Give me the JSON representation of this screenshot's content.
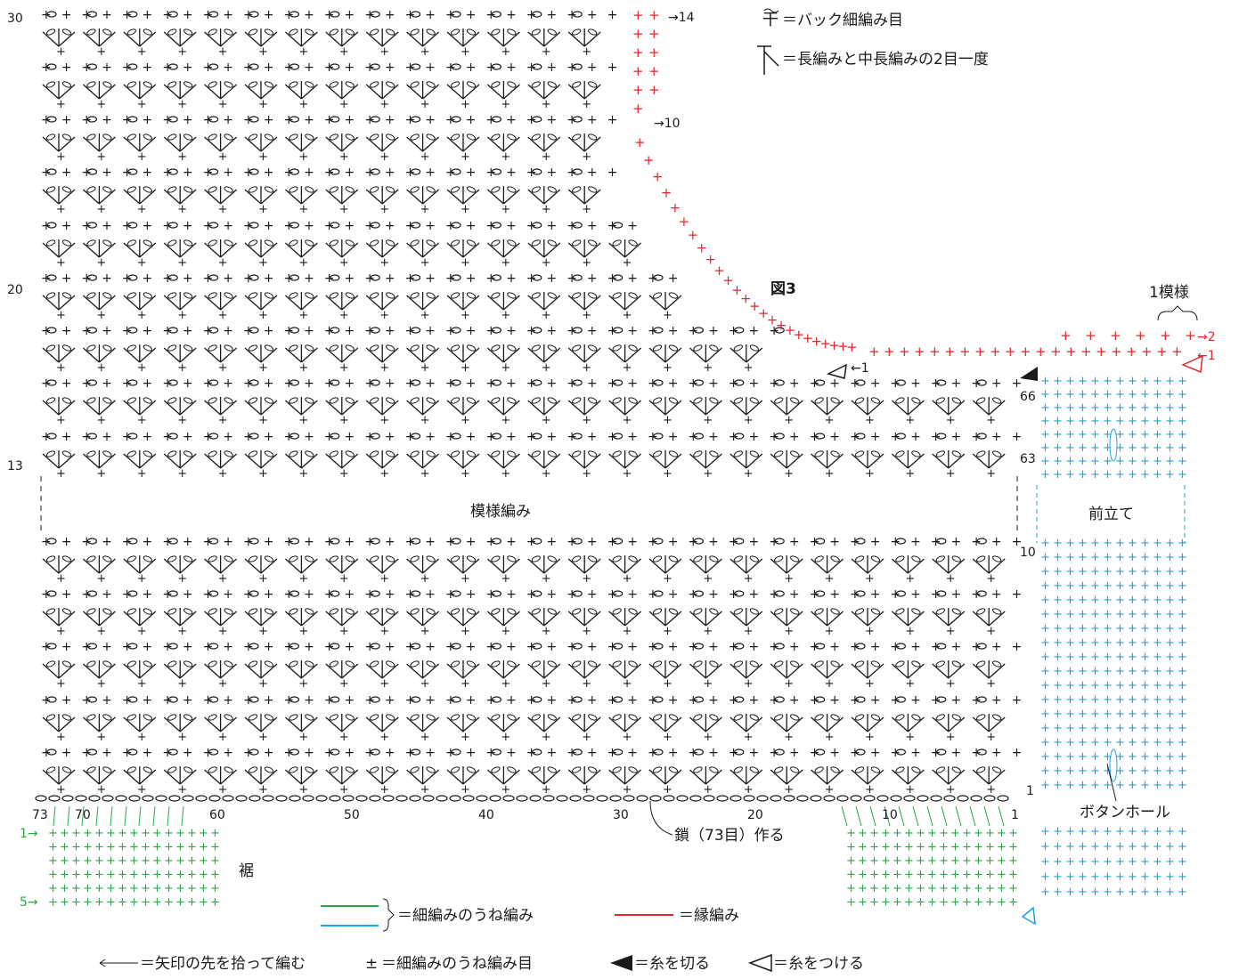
{
  "figure_label": "図3",
  "pattern_label": "模様編み",
  "one_repeat_label": "1模様",
  "front_band_label": "前立て",
  "buttonhole_label": "ボタンホール",
  "hem_label": "裾",
  "chain_label": "鎖（73目）作る",
  "legend": {
    "back_sc": "＝バック細編み目",
    "dc_hdc_dec": "＝長編みと中長編みの2目一度",
    "rib_sc": "＝細編みのうね編み",
    "edge": "＝縁編み",
    "arrow_pick": "＝矢印の先を拾って編む",
    "rib_sc_stitch": "＝細編みのうね編み目",
    "cut_yarn": "＝糸を切る",
    "attach_yarn": "＝糸をつける"
  },
  "row_labels": {
    "left_top": "30",
    "left_20": "20",
    "left_13": "13",
    "right_66": "66",
    "right_63": "63",
    "right_10": "10",
    "right_1": "1"
  },
  "stitch_numbers": [
    "73",
    "70",
    "60",
    "50",
    "40",
    "30",
    "20",
    "10",
    "1"
  ],
  "edge_arrows": {
    "r14": "→14",
    "r10": "→10",
    "r1": "←1",
    "r2": "→2",
    "r1b": "←1"
  },
  "hem_arrows": {
    "r1": "1→",
    "r5": "5→"
  },
  "colors": {
    "ink": "#1a1a1a",
    "red": "#e0262e",
    "blue": "#1aa6e0",
    "green": "#28a745"
  }
}
